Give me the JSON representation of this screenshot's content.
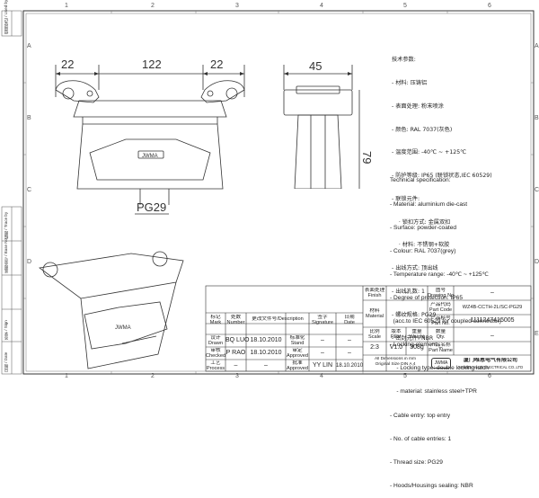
{
  "frame": {
    "columns": [
      "1",
      "2",
      "3",
      "4",
      "5",
      "6"
    ],
    "rows": [
      "A",
      "B",
      "C",
      "D",
      "E"
    ],
    "side_labels": [
      "借用登记 / Used by",
      "描图 / Trace by",
      "底图总号 / Base No.",
      "签字 / Sign",
      "日期 / Date"
    ]
  },
  "dimensions": {
    "left_margin": "22",
    "width": "122",
    "right_margin": "22",
    "depth": "45",
    "height": "79",
    "thread": "PG29",
    "logo_on_hood": "JWMA"
  },
  "spec_cn": [
    "技术参数:",
    "- 材料: 压铸铝",
    "- 表面处理: 粉末喷涂",
    "- 颜色: RAL 7037(灰色)",
    "- 温度范围: -40℃ ~ +125℃",
    "- 防护等级: IP65 (联锁状态,IEC 60529)",
    "- 联锁元件:",
    "    · 锁扣方式: 金属双扣",
    "    · 材料: 不锈钢+软胶",
    "- 出线方式: 顶出线",
    "- 出线孔数: 1",
    "- 螺纹规格: PG29",
    "- 密封元件: NBR"
  ],
  "spec_en": [
    "Technical specification:",
    "- Material: aluminium die-cast",
    "- Surface: powder-coated",
    "- Colour: RAL 7037(grey)",
    "- Temperature range: -40℃ ~ +125℃",
    "- Degree of protection: IP65",
    "  (acc.to IEC 60529 for coupled connector)",
    "- Locking element:",
    "    - Locking type: double locking latch",
    "    - material: stainless steel+TPR",
    "- Cable entry: top entry",
    "- No. of cable entries: 1",
    "- Thread size: PG29",
    "- Hoods/Housings sealing: NBR"
  ],
  "title_block": {
    "finish_label": "表面处理\nFinish",
    "material_label": "材料\nMaterial",
    "scale_label": "比例\nScale",
    "rev_label": "版本\nREV.",
    "weight_label": "重量\nWeight",
    "qty_label": "数量\nQty.",
    "finish_value": "–",
    "material_value": "–",
    "scale_value": "2:3",
    "rev_value": "V1.0",
    "weight_value": "308g",
    "qty_value": "–",
    "drawing_no_label": "图号\nDrawing No.",
    "drawing_no_value": "–",
    "part_code_label": "产品代码\nPart Code",
    "part_code_value": "WZ4B-CCTH-2L/SC-PG29",
    "part_no_label": "产品料号\nPart No.",
    "part_no_value": "1111247415005",
    "part_name_label": "产品名称\nPart Name",
    "part_name_value": "–",
    "tolerance_note": "All Dimensions in mm\nOriginal Size DIN A 4",
    "company_logo": "JWMA",
    "company_cn": "厦门唯恩电气有限公司",
    "company_en": "XIAMEN WAIN ELECTRICAL CO.,LTD",
    "header": [
      "标记\nMark",
      "处数\nNumber",
      "更改文件号/Description",
      "签字\nSignature",
      "日期\nDate"
    ],
    "rows": [
      {
        "role": "设计\nDrawn",
        "name": "BQ LUO",
        "date": "18.10.2010",
        "std_label": "标准化\nStand",
        "std_name": "–",
        "std_date": "–"
      },
      {
        "role": "审核\nChecked",
        "name": "P RAO",
        "date": "18.10.2010",
        "std_label": "审定\nApproved",
        "std_name": "–",
        "std_date": "–"
      },
      {
        "role": "工艺\nProcess",
        "name": "–",
        "date": "–",
        "std_label": "批准\nApproved",
        "std_name": "YY LIN",
        "std_date": "18.10.2010"
      }
    ]
  }
}
